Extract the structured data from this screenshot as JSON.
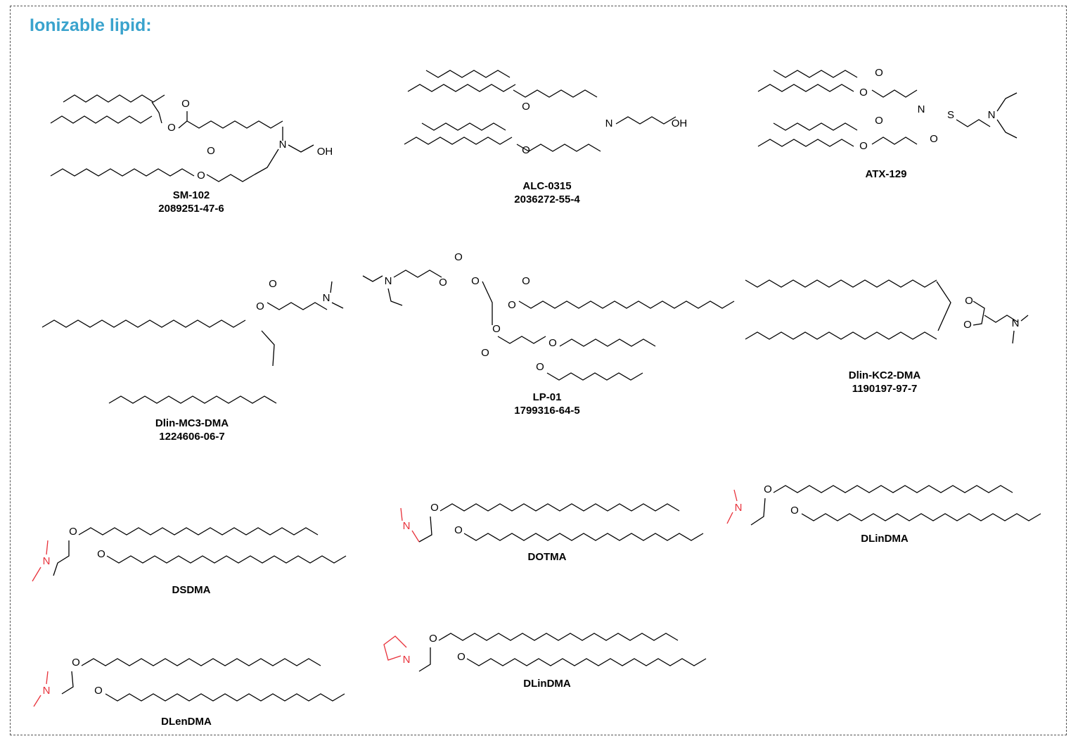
{
  "title": "Ionizable lipid:",
  "colors": {
    "title": "#3aa3cd",
    "amine_highlight": "#e8313a",
    "bond": "#000000"
  },
  "compounds": [
    {
      "name": "SM-102",
      "cas": "2089251-47-6"
    },
    {
      "name": "ALC-0315",
      "cas": "2036272-55-4"
    },
    {
      "name": "ATX-129",
      "cas": ""
    },
    {
      "name": "Dlin-MC3-DMA",
      "cas": "1224606-06-7"
    },
    {
      "name": "LP-01",
      "cas": "1799316-64-5"
    },
    {
      "name": "Dlin-KC2-DMA",
      "cas": "1190197-97-7"
    },
    {
      "name": "DSDMA",
      "cas": ""
    },
    {
      "name": "DOTMA",
      "cas": ""
    },
    {
      "name": "DLinDMA",
      "cas": ""
    },
    {
      "name": "DLenDMA",
      "cas": ""
    },
    {
      "name": "DLinDMA",
      "cas": ""
    }
  ],
  "atoms": {
    "N": "N",
    "O": "O",
    "OH": "OH",
    "S": "S"
  }
}
